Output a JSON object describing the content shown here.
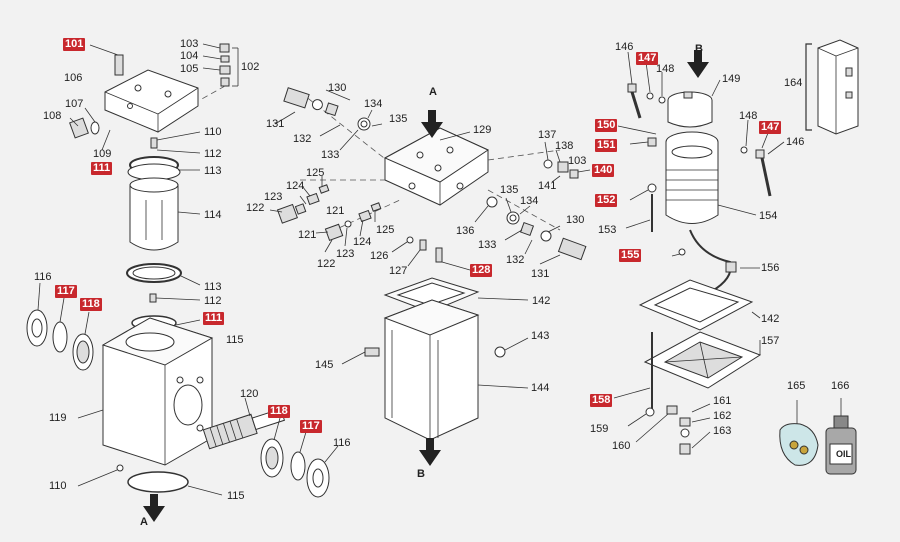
{
  "view_arrows": {
    "a_top": "A",
    "a_bottom": "A",
    "b_top": "B",
    "b_bottom": "B"
  },
  "labels": {
    "p101": "101",
    "p102": "102",
    "p103": "103",
    "p104": "104",
    "p105": "105",
    "p106": "106",
    "p107": "107",
    "p108": "108",
    "p109": "109",
    "p110a": "110",
    "p110b": "110",
    "p111a": "111",
    "p111b": "111",
    "p112a": "112",
    "p112b": "112",
    "p113a": "113",
    "p113b": "113",
    "p114": "114",
    "p115a": "115",
    "p115b": "115",
    "p116a": "116",
    "p116b": "116",
    "p117a": "117",
    "p117b": "117",
    "p118a": "118",
    "p118b": "118",
    "p119": "119",
    "p120": "120",
    "p121a": "121",
    "p121b": "121",
    "p122a": "122",
    "p122b": "122",
    "p123a": "123",
    "p123b": "123",
    "p124a": "124",
    "p124b": "124",
    "p125a": "125",
    "p125b": "125",
    "p126": "126",
    "p127": "127",
    "p128": "128",
    "p129": "129",
    "p130a": "130",
    "p130b": "130",
    "p131a": "131",
    "p131b": "131",
    "p132a": "132",
    "p132b": "132",
    "p133a": "133",
    "p133b": "133",
    "p134a": "134",
    "p134b": "134",
    "p135a": "135",
    "p135b": "135",
    "p136": "136",
    "p137": "137",
    "p138": "138",
    "p103b": "103",
    "p140": "140",
    "p141": "141",
    "p142a": "142",
    "p142b": "142",
    "p143": "143",
    "p144": "144",
    "p145": "145",
    "p146a": "146",
    "p146b": "146",
    "p147a": "147",
    "p147b": "147",
    "p148a": "148",
    "p148b": "148",
    "p149": "149",
    "p150": "150",
    "p151": "151",
    "p152": "152",
    "p153": "153",
    "p154": "154",
    "p155": "155",
    "p156": "156",
    "p157": "157",
    "p158": "158",
    "p159": "159",
    "p160": "160",
    "p161": "161",
    "p162": "162",
    "p163": "163",
    "p164": "164",
    "p165": "165",
    "p166": "166"
  },
  "oil_can_text": "OIL"
}
